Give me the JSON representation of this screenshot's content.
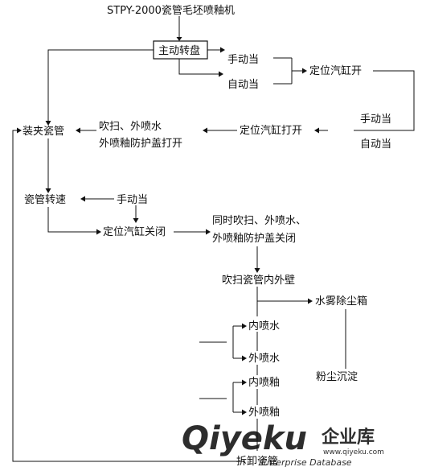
{
  "diagram": {
    "title": "STPY-2000瓷管毛坯喷釉机",
    "nodes": {
      "main_turntable": "主动转盘",
      "manual_1": "手动当",
      "auto_1": "自动当",
      "cylinder_open_1": "定位汽缸开",
      "manual_2": "手动当",
      "auto_2": "自动当",
      "cylinder_open_2": "定位汽缸打开",
      "blow_line1": "吹扫、外喷水",
      "blow_line2": "外喷釉防护盖打开",
      "clamp": "装夹瓷管",
      "speed": "瓷管转速",
      "manual_3": "手动当",
      "cylinder_close": "定位汽缸关闭",
      "simul_line1": "同时吹扫、外喷水、",
      "simul_line2": "外喷釉防护盖关闭",
      "blow_inner_outer": "吹扫瓷管内外壁",
      "water_mist_box": "水雾除尘箱",
      "inner_water": "内喷水",
      "outer_water": "外喷水",
      "dust_settle": "粉尘沉淀",
      "inner_glaze": "内喷釉",
      "outer_glaze": "外喷釉",
      "unload": "拆卸瓷管"
    }
  },
  "watermark": {
    "logo_text": "Qiyeku",
    "cn_text": "企业库",
    "url_text": "www.qiyeku.com",
    "sub_text": "Enterprise Database",
    "color": "#c9352b"
  }
}
